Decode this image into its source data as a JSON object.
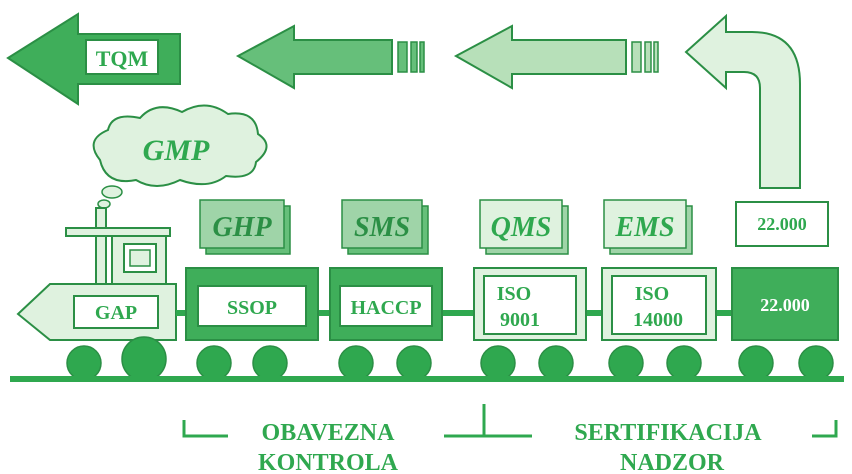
{
  "colors": {
    "dark_green": "#2fa84f",
    "mid_green": "#66bf7a",
    "light_green": "#b7e0b9",
    "pale_green": "#dff2df",
    "white": "#ffffff",
    "outline": "#2b8f45"
  },
  "arrows": {
    "tqm": "TQM"
  },
  "cloud": {
    "label": "GMP"
  },
  "signs": {
    "ghp": "GHP",
    "sms": "SMS",
    "qms": "QMS",
    "ems": "EMS",
    "iso22000_top": "22.000"
  },
  "cars": {
    "gap": "GAP",
    "ssop": "SSOP",
    "haccp": "HACCP",
    "iso9001_line1": "ISO",
    "iso9001_line2": "9001",
    "iso14000_line1": "ISO",
    "iso14000_line2": "14000",
    "iso22000": "22.000"
  },
  "bottom": {
    "left_line1": "OBAVEZNA",
    "left_line2": "KONTROLA",
    "right_line1": "SERTIFIKACIJA",
    "right_line2": "NADZOR"
  }
}
